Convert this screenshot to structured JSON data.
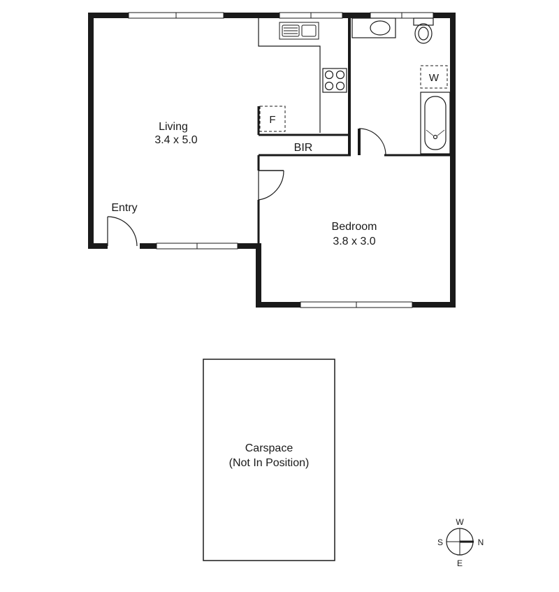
{
  "rooms": {
    "living": {
      "name": "Living",
      "size": "3.4 x 5.0"
    },
    "bedroom": {
      "name": "Bedroom",
      "size": "3.8 x 3.0"
    },
    "bir": {
      "name": "BIR"
    },
    "entry": {
      "name": "Entry"
    }
  },
  "fixtures": {
    "fridge": "F",
    "washer": "W"
  },
  "carspace": {
    "line1": "Carspace",
    "line2": "(Not In Position)"
  },
  "compass": {
    "top": "W",
    "bottom": "E",
    "left": "S",
    "right": "N"
  }
}
